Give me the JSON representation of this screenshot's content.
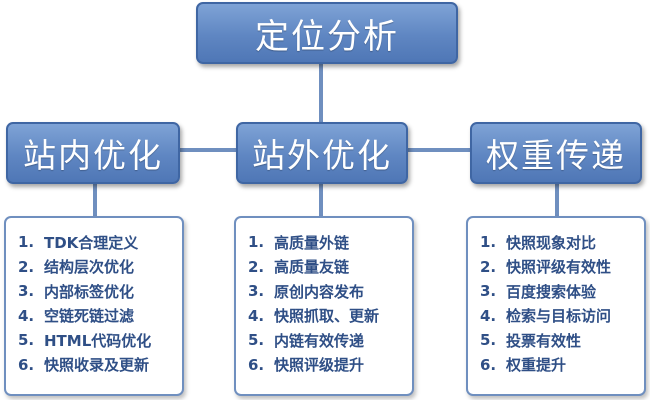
{
  "root": {
    "label": "定位分析"
  },
  "branches": [
    {
      "label": "站内优化",
      "items": [
        "TDK合理定义",
        "结构层次优化",
        "内部标签优化",
        "空链死链过滤",
        "HTML代码优化",
        "快照收录及更新"
      ]
    },
    {
      "label": "站外优化",
      "items": [
        "高质量外链",
        "高质量友链",
        "原创内容发布",
        "快照抓取、更新",
        "内链有效传递",
        "快照评级提升"
      ]
    },
    {
      "label": "权重传递",
      "items": [
        "快照现象对比",
        "快照评级有效性",
        "百度搜索体验",
        "检索与目标访问",
        "投票有效性",
        "权重提升"
      ]
    }
  ],
  "numbers": [
    "1.",
    "2.",
    "3.",
    "4.",
    "5.",
    "6."
  ],
  "colors": {
    "node_fill": "#5f86c2",
    "node_border": "#3f66a3",
    "connector": "#6f8fbf",
    "list_text": "#2f4f86"
  }
}
